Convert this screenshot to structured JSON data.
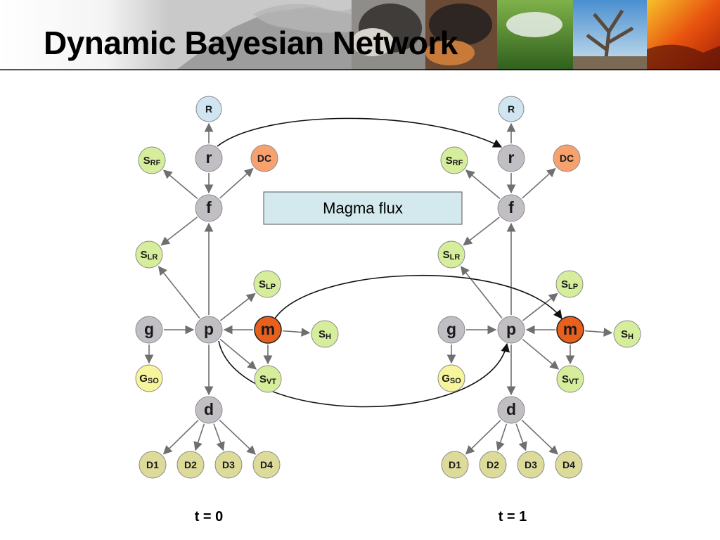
{
  "slide": {
    "title": "Dynamic Bayesian Network"
  },
  "colors": {
    "gray_node": "#c2bfc4",
    "green_node": "#d6ee9c",
    "yellow_node": "#f7f59c",
    "olive_node": "#dcdb9a",
    "blue_node": "#cfe5f2",
    "orange_node": "#f7a16f",
    "magma_node": "#e8601b",
    "box_fill": "#d4e9ee",
    "edge": "#6f6f6f",
    "link": "#111111"
  },
  "diagram": {
    "label_box": "Magma flux",
    "slices": [
      {
        "time_label": "t = 0"
      },
      {
        "time_label": "t = 1"
      }
    ],
    "nodes": [
      {
        "id": "R",
        "main": "R",
        "sub": "",
        "color": "blue_node"
      },
      {
        "id": "r",
        "main": "r",
        "sub": "",
        "color": "gray_node"
      },
      {
        "id": "SRF",
        "main": "S",
        "sub": "RF",
        "color": "green_node"
      },
      {
        "id": "DC",
        "main": "DC",
        "sub": "",
        "color": "orange_node"
      },
      {
        "id": "f",
        "main": "f",
        "sub": "",
        "color": "gray_node"
      },
      {
        "id": "SLR",
        "main": "S",
        "sub": "LR",
        "color": "green_node"
      },
      {
        "id": "SLP",
        "main": "S",
        "sub": "LP",
        "color": "green_node"
      },
      {
        "id": "g",
        "main": "g",
        "sub": "",
        "color": "gray_node"
      },
      {
        "id": "p",
        "main": "p",
        "sub": "",
        "color": "gray_node"
      },
      {
        "id": "m",
        "main": "m",
        "sub": "",
        "color": "magma_node"
      },
      {
        "id": "SH",
        "main": "S",
        "sub": "H",
        "color": "green_node"
      },
      {
        "id": "GSO",
        "main": "G",
        "sub": "SO",
        "color": "yellow_node"
      },
      {
        "id": "SVT",
        "main": "S",
        "sub": "VT",
        "color": "green_node"
      },
      {
        "id": "d",
        "main": "d",
        "sub": "",
        "color": "gray_node"
      },
      {
        "id": "D1",
        "main": "D1",
        "sub": "",
        "color": "olive_node"
      },
      {
        "id": "D2",
        "main": "D2",
        "sub": "",
        "color": "olive_node"
      },
      {
        "id": "D3",
        "main": "D3",
        "sub": "",
        "color": "olive_node"
      },
      {
        "id": "D4",
        "main": "D4",
        "sub": "",
        "color": "olive_node"
      }
    ],
    "edges": [
      [
        "r",
        "R"
      ],
      [
        "r",
        "f"
      ],
      [
        "f",
        "SRF"
      ],
      [
        "f",
        "DC"
      ],
      [
        "f",
        "SLR"
      ],
      [
        "p",
        "f"
      ],
      [
        "p",
        "SLR"
      ],
      [
        "p",
        "SLP"
      ],
      [
        "p",
        "SVT"
      ],
      [
        "p",
        "d"
      ],
      [
        "g",
        "p"
      ],
      [
        "g",
        "GSO"
      ],
      [
        "m",
        "p"
      ],
      [
        "m",
        "SH"
      ],
      [
        "m",
        "SVT"
      ],
      [
        "d",
        "D1"
      ],
      [
        "d",
        "D2"
      ],
      [
        "d",
        "D3"
      ],
      [
        "d",
        "D4"
      ]
    ],
    "temporal_links": [
      {
        "from": "r",
        "to": "r"
      },
      {
        "from": "m",
        "to": "m"
      },
      {
        "from": "p",
        "to": "p"
      }
    ]
  }
}
